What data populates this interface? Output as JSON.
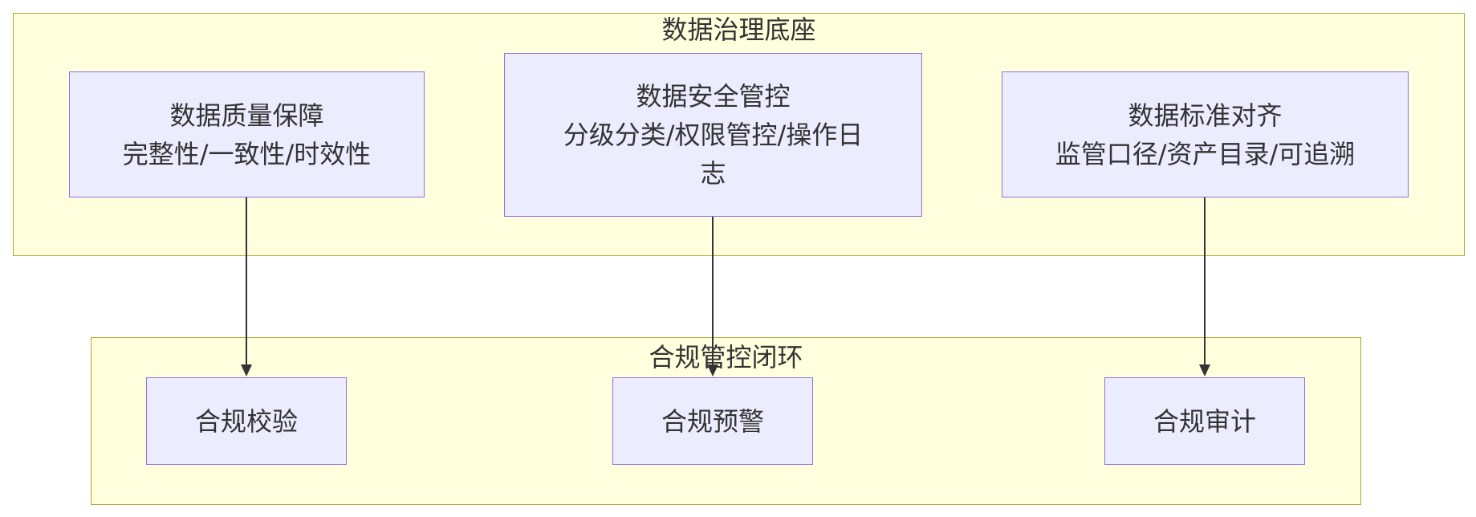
{
  "diagram": {
    "clusters": {
      "foundation": {
        "title": "数据治理底座"
      },
      "compliance": {
        "title": "合规管控闭环"
      }
    },
    "nodes": {
      "quality": {
        "line1": "数据质量保障",
        "line2": "完整性/一致性/时效性"
      },
      "security": {
        "line1": "数据安全管控",
        "line2": "分级分类/权限管控/操作日",
        "line3": "志"
      },
      "standard": {
        "line1": "数据标准对齐",
        "line2": "监管口径/资产目录/可追溯"
      },
      "check": {
        "label": "合规校验"
      },
      "warning": {
        "label": "合规预警"
      },
      "audit": {
        "label": "合规审计"
      }
    },
    "edges": [
      {
        "from": "数据质量保障",
        "to": "合规校验"
      },
      {
        "from": "数据安全管控",
        "to": "合规预警"
      },
      {
        "from": "数据标准对齐",
        "to": "合规审计"
      }
    ],
    "colors": {
      "cluster_fill": "#ffffde",
      "cluster_border": "#aaaa33",
      "node_fill": "#ececff",
      "node_border": "#9370db",
      "edge": "#333333",
      "text": "#333333"
    }
  }
}
